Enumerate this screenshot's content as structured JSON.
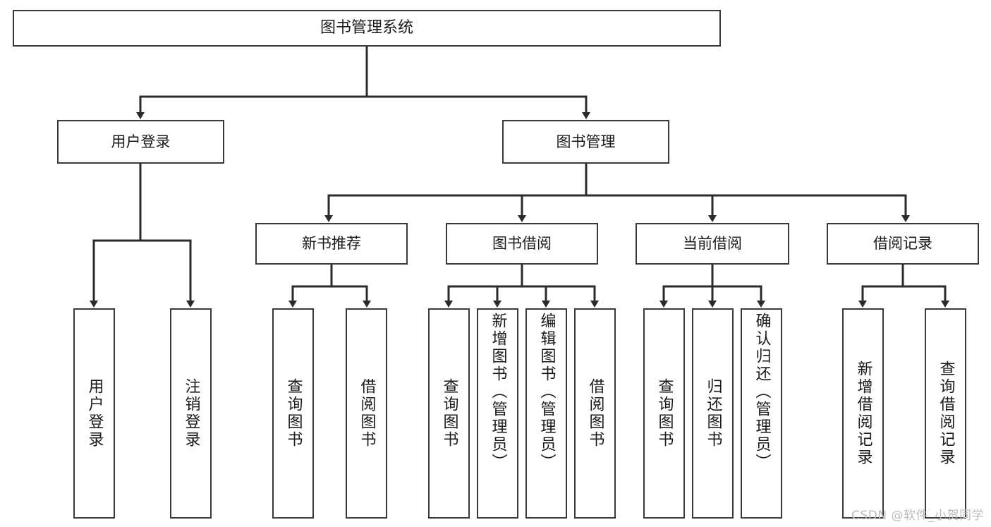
{
  "diagram": {
    "title": "图书管理系统",
    "type": "tree",
    "watermark": "CSDN @软件_小贺同学",
    "colors": {
      "background": "#ffffff",
      "box_border": "#3a3a3a",
      "box_fill": "#ffffff",
      "connector": "#2b2b2b",
      "text": "#1a1a1a",
      "watermark": "#b9bcc0"
    },
    "root": {
      "label": "图书管理系统"
    },
    "level2": [
      {
        "label": "用户登录"
      },
      {
        "label": "图书管理"
      }
    ],
    "level3": [
      {
        "label": "新书推荐"
      },
      {
        "label": "图书借阅"
      },
      {
        "label": "当前借阅"
      },
      {
        "label": "借阅记录"
      }
    ],
    "leaves": {
      "user_login": [
        {
          "label": "用户登录"
        },
        {
          "label": "注销登录"
        }
      ],
      "new_book_recommend": [
        {
          "label": "查询图书"
        },
        {
          "label": "借阅图书"
        }
      ],
      "book_borrow": [
        {
          "label": "查询图书"
        },
        {
          "label": "新增图书（管理员）"
        },
        {
          "label": "编辑图书（管理员）"
        },
        {
          "label": "借阅图书"
        }
      ],
      "current_borrow": [
        {
          "label": "查询图书"
        },
        {
          "label": "归还图书"
        },
        {
          "label": "确认归还（管理员）"
        }
      ],
      "borrow_record": [
        {
          "label": "新增借阅记录"
        },
        {
          "label": "查询借阅记录"
        }
      ]
    }
  }
}
